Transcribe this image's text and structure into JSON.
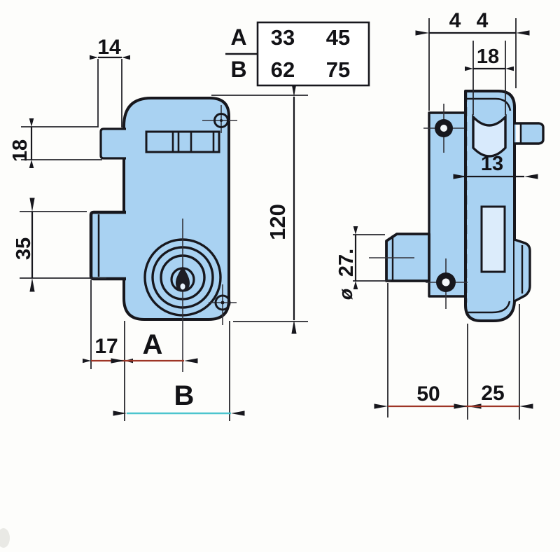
{
  "colors": {
    "body_fill": "#a9d2f2",
    "fill_light": "#d8eafc",
    "outline": "#17171d",
    "dim_red": "#9e3526",
    "dim_cyan": "#4cc5ce",
    "background": "#fdfdfb"
  },
  "front_view": {
    "dim_top_width": "14",
    "dim_latch_height": "18",
    "dim_deadbolt_height": "35",
    "dim_bolt_offset": "17",
    "dim_backset_label": "A",
    "dim_width_label": "B",
    "dim_height": "120"
  },
  "side_view": {
    "dim_total_depth": "4 4",
    "dim_follower_width": "18",
    "dim_center_offset": "13",
    "dim_diameter_symbol": "ø",
    "dim_cylinder_diameter": "27.",
    "dim_body_depth": "50",
    "dim_bolt_throw": "25"
  },
  "size_table": {
    "row_a": {
      "label": "A",
      "size_1": "33",
      "size_2": "45"
    },
    "row_b": {
      "label": "B",
      "size_1": "62",
      "size_2": "75"
    }
  }
}
